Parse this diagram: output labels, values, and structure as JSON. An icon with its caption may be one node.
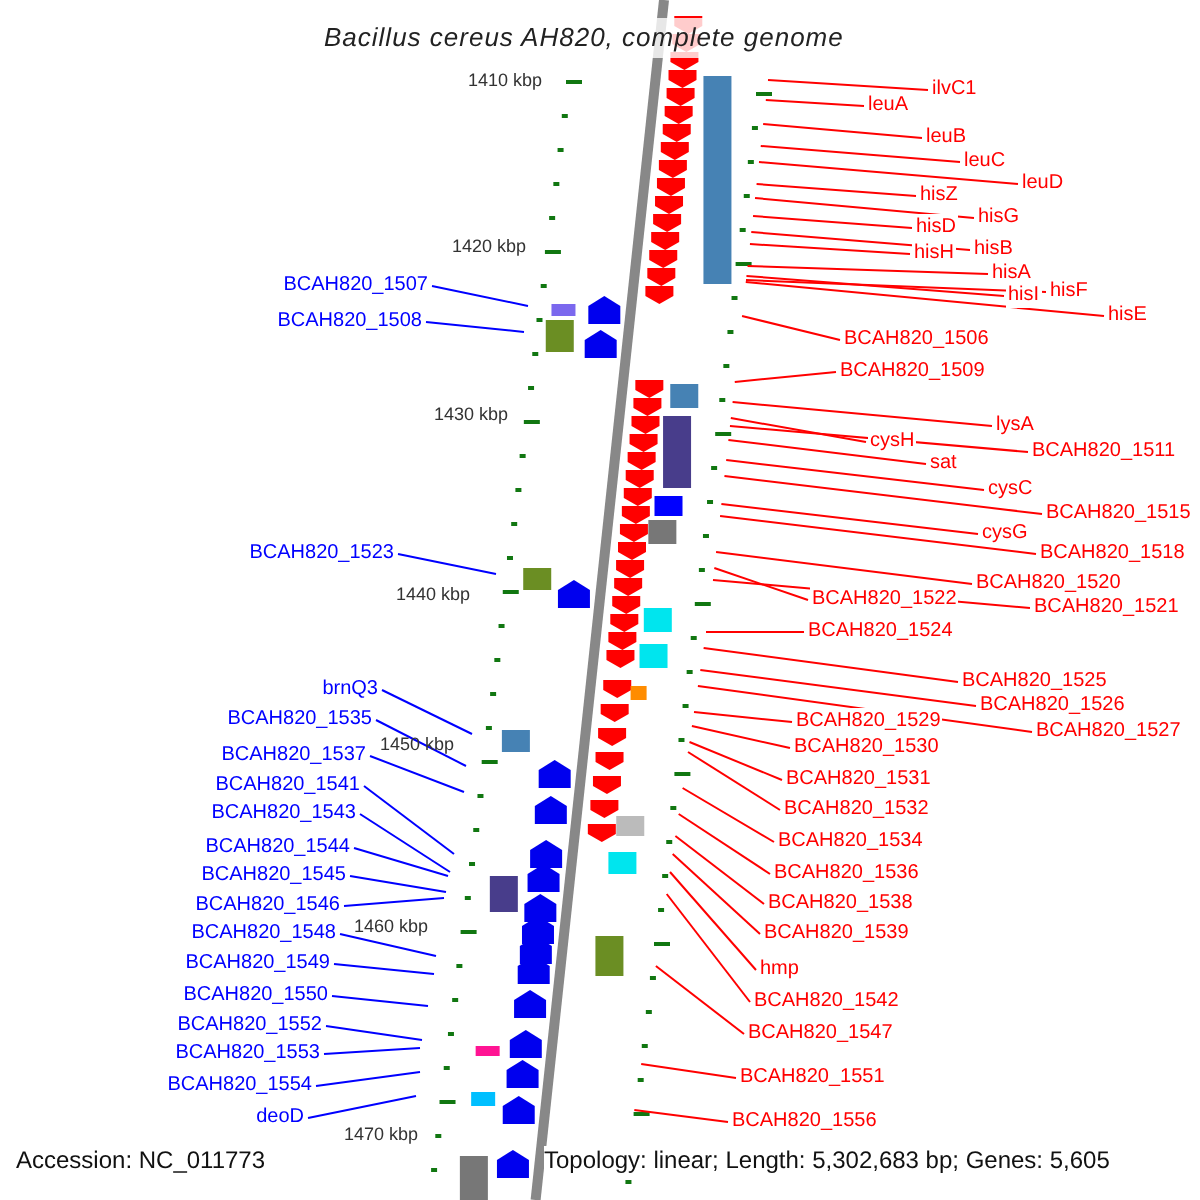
{
  "diagram": {
    "title": "Bacillus cereus AH820, complete genome",
    "nodes": [
      {
        "text": [
          "ilvC1"
        ]
      },
      {
        "text": [
          "leuA"
        ]
      },
      {
        "text": [
          "leuB"
        ]
      },
      {
        "text": [
          "leuC"
        ]
      },
      {
        "text": [
          "leuD"
        ]
      },
      {
        "text": [
          "hisZ"
        ]
      },
      {
        "text": [
          "hisG"
        ]
      },
      {
        "text": [
          "hisD"
        ]
      },
      {
        "text": [
          "hisB"
        ]
      },
      {
        "text": [
          "hisH"
        ]
      },
      {
        "text": [
          "hisA"
        ]
      },
      {
        "text": [
          "hisI"
        ]
      },
      {
        "text": [
          "hisF"
        ]
      },
      {
        "text": [
          "hisE"
        ]
      },
      {
        "text": [
          "BCAH820_1506"
        ]
      },
      {
        "text": [
          "BCAH820_1509"
        ]
      },
      {
        "text": [
          "lysA"
        ]
      },
      {
        "text": [
          "cysH"
        ]
      },
      {
        "text": [
          "BCAH820_1511"
        ]
      },
      {
        "text": [
          "sat"
        ]
      },
      {
        "text": [
          "cysC"
        ]
      },
      {
        "text": [
          "BCAH820_1515"
        ]
      },
      {
        "text": [
          "cysG"
        ]
      },
      {
        "text": [
          "BCAH820_1518"
        ]
      },
      {
        "text": [
          "BCAH820_1520"
        ]
      },
      {
        "text": [
          "BCAH820_1522"
        ]
      },
      {
        "text": [
          "BCAH820_1521"
        ]
      },
      {
        "text": [
          "BCAH820_1524"
        ]
      },
      {
        "text": [
          "BCAH820_1525"
        ]
      },
      {
        "text": [
          "BCAH820_1526"
        ]
      },
      {
        "text": [
          "BCAH820_1529"
        ]
      },
      {
        "text": [
          "BCAH820_1527"
        ]
      },
      {
        "text": [
          "BCAH820_1530"
        ]
      },
      {
        "text": [
          "BCAH820_1531"
        ]
      },
      {
        "text": [
          "BCAH820_1532"
        ]
      },
      {
        "text": [
          "BCAH820_1534"
        ]
      },
      {
        "text": [
          "BCAH820_1536"
        ]
      },
      {
        "text": [
          "BCAH820_1538"
        ]
      },
      {
        "text": [
          "BCAH820_1539"
        ]
      },
      {
        "text": [
          "hmp"
        ]
      },
      {
        "text": [
          "BCAH820_1542"
        ]
      },
      {
        "text": [
          "BCAH820_1547"
        ]
      },
      {
        "text": [
          "BCAH820_1551"
        ]
      },
      {
        "text": [
          "BCAH820_1556"
        ]
      },
      {
        "text": [
          "BCAH820_1507"
        ]
      },
      {
        "text": [
          "BCAH820_1508"
        ]
      },
      {
        "text": [
          "BCAH820_1523"
        ]
      },
      {
        "text": [
          "brnQ3"
        ]
      },
      {
        "text": [
          "BCAH820_1535"
        ]
      },
      {
        "text": [
          "BCAH820_1537"
        ]
      },
      {
        "text": [
          "BCAH820_1541"
        ]
      },
      {
        "text": [
          "BCAH820_1543"
        ]
      },
      {
        "text": [
          "BCAH820_1544"
        ]
      },
      {
        "text": [
          "BCAH820_1545"
        ]
      },
      {
        "text": [
          "BCAH820_1546"
        ]
      },
      {
        "text": [
          "BCAH820_1548"
        ]
      },
      {
        "text": [
          "BCAH820_1549"
        ]
      },
      {
        "text": [
          "BCAH820_1550"
        ]
      },
      {
        "text": [
          "BCAH820_1552"
        ]
      },
      {
        "text": [
          "BCAH820_1553"
        ]
      },
      {
        "text": [
          "BCAH820_1554"
        ]
      },
      {
        "text": [
          "deoD"
        ]
      }
    ],
    "edges": [
      {
        "from": 0,
        "to": null,
        "arrow": "none"
      },
      {
        "from": 1,
        "to": null,
        "arrow": "none"
      },
      {
        "from": 2,
        "to": null,
        "arrow": "none"
      },
      {
        "from": 3,
        "to": null,
        "arrow": "none"
      },
      {
        "from": 4,
        "to": null,
        "arrow": "none"
      },
      {
        "from": 5,
        "to": null,
        "arrow": "none"
      },
      {
        "from": 6,
        "to": null,
        "arrow": "none"
      },
      {
        "from": 7,
        "to": null,
        "arrow": "none"
      },
      {
        "from": 8,
        "to": null,
        "arrow": "none"
      },
      {
        "from": 9,
        "to": null,
        "arrow": "none"
      },
      {
        "from": 10,
        "to": null,
        "arrow": "none"
      },
      {
        "from": 11,
        "to": null,
        "arrow": "none"
      },
      {
        "from": 12,
        "to": null,
        "arrow": "none"
      },
      {
        "from": 13,
        "to": null,
        "arrow": "none"
      },
      {
        "from": 14,
        "to": null,
        "arrow": "none"
      },
      {
        "from": 15,
        "to": null,
        "arrow": "none"
      },
      {
        "from": 16,
        "to": null,
        "arrow": "none"
      },
      {
        "from": 17,
        "to": null,
        "arrow": "none"
      },
      {
        "from": 18,
        "to": null,
        "arrow": "none"
      },
      {
        "from": 19,
        "to": null,
        "arrow": "none"
      },
      {
        "from": 20,
        "to": null,
        "arrow": "none"
      },
      {
        "from": 21,
        "to": null,
        "arrow": "none"
      },
      {
        "from": 22,
        "to": null,
        "arrow": "none"
      },
      {
        "from": 23,
        "to": null,
        "arrow": "none"
      },
      {
        "from": 24,
        "to": null,
        "arrow": "none"
      },
      {
        "from": 25,
        "to": null,
        "arrow": "none"
      },
      {
        "from": 26,
        "to": null,
        "arrow": "none"
      },
      {
        "from": 27,
        "to": null,
        "arrow": "none"
      },
      {
        "from": 28,
        "to": null,
        "arrow": "none"
      },
      {
        "from": 29,
        "to": null,
        "arrow": "none"
      },
      {
        "from": 30,
        "to": null,
        "arrow": "none"
      },
      {
        "from": 31,
        "to": null,
        "arrow": "none"
      },
      {
        "from": 32,
        "to": null,
        "arrow": "none"
      },
      {
        "from": 33,
        "to": null,
        "arrow": "none"
      },
      {
        "from": 34,
        "to": null,
        "arrow": "none"
      },
      {
        "from": 35,
        "to": null,
        "arrow": "none"
      },
      {
        "from": 36,
        "to": null,
        "arrow": "none"
      },
      {
        "from": 37,
        "to": null,
        "arrow": "none"
      },
      {
        "from": 38,
        "to": null,
        "arrow": "none"
      },
      {
        "from": 39,
        "to": null,
        "arrow": "none"
      },
      {
        "from": 40,
        "to": null,
        "arrow": "none"
      },
      {
        "from": 41,
        "to": null,
        "arrow": "none"
      },
      {
        "from": 42,
        "to": null,
        "arrow": "none"
      },
      {
        "from": 43,
        "to": null,
        "arrow": "none"
      },
      {
        "from": 44,
        "to": null,
        "arrow": "none",
        "color": "#0000ff"
      },
      {
        "from": 45,
        "to": null,
        "arrow": "none",
        "color": "#0000ff"
      },
      {
        "from": 46,
        "to": null,
        "arrow": "none",
        "color": "#0000ff"
      },
      {
        "from": 47,
        "to": null,
        "arrow": "none",
        "color": "#0000ff"
      },
      {
        "from": 48,
        "to": null,
        "arrow": "none",
        "color": "#0000ff"
      },
      {
        "from": 49,
        "to": null,
        "arrow": "none",
        "color": "#0000ff"
      },
      {
        "from": 50,
        "to": null,
        "arrow": "none",
        "color": "#0000ff"
      },
      {
        "from": 51,
        "to": null,
        "arrow": "none",
        "color": "#0000ff"
      },
      {
        "from": 52,
        "to": null,
        "arrow": "none",
        "color": "#0000ff"
      },
      {
        "from": 53,
        "to": null,
        "arrow": "none",
        "color": "#0000ff"
      },
      {
        "from": 54,
        "to": null,
        "arrow": "none",
        "color": "#0000ff"
      },
      {
        "from": 55,
        "to": null,
        "arrow": "none",
        "color": "#0000ff"
      },
      {
        "from": 56,
        "to": null,
        "arrow": "none",
        "color": "#0000ff"
      },
      {
        "from": 57,
        "to": null,
        "arrow": "none",
        "color": "#0000ff"
      },
      {
        "from": 58,
        "to": null,
        "arrow": "none",
        "color": "#0000ff"
      },
      {
        "from": 59,
        "to": null,
        "arrow": "none",
        "color": "#0000ff"
      },
      {
        "from": 60,
        "to": null,
        "arrow": "none",
        "color": "#0000ff"
      },
      {
        "from": 61,
        "to": null,
        "arrow": "none",
        "color": "#0000ff"
      }
    ],
    "labels": [
      "1410 kbp",
      "1420 kbp",
      "1430 kbp",
      "1440 kbp",
      "1450 kbp",
      "1460 kbp",
      "1470 kbp",
      "Accession: NC_011773",
      "Topology: linear; Length: 5,302,683 bp; Genes: 5,605"
    ]
  }
}
